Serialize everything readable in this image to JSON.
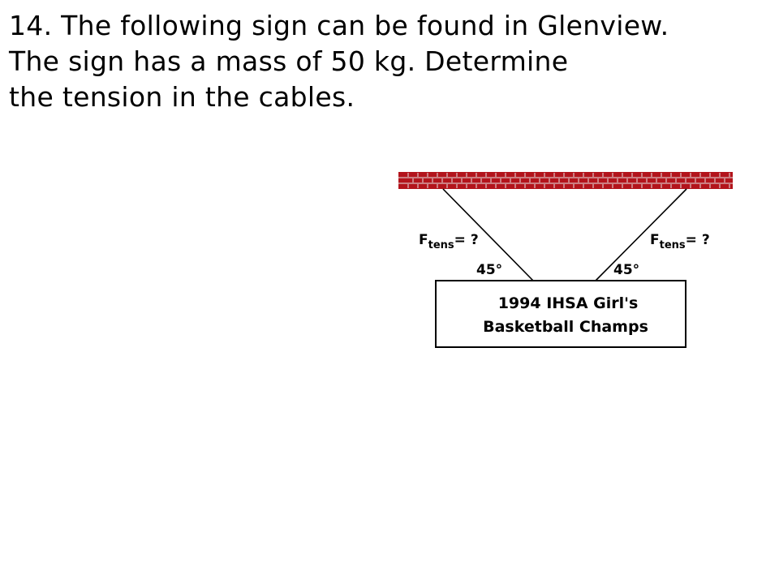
{
  "problem": {
    "lines": [
      "14.  The following sign can be found in Glenview.",
      "The sign has a mass of 50 kg. Determine",
      "the tension in the cables."
    ]
  },
  "diagram": {
    "left_cable": {
      "force_main": "F",
      "force_sub": "tens",
      "force_eq": "= ?",
      "angle": "45°"
    },
    "right_cable": {
      "force_main": "F",
      "force_sub": "tens",
      "force_eq": "= ?",
      "angle": "45°"
    },
    "sign": {
      "line1": "1994 IHSA Girl's",
      "line2": "Basketball Champs"
    },
    "colors": {
      "brick": "#b3141c",
      "mortar": "#e6e6e6",
      "cable": "#000000",
      "sign_border": "#000000"
    }
  }
}
